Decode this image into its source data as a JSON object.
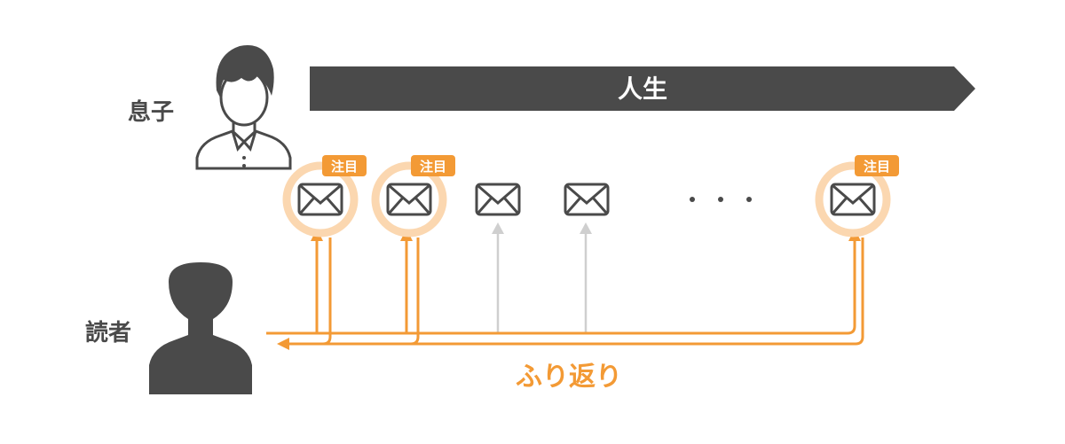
{
  "colors": {
    "dark": "#4a4a4a",
    "accent": "#f39a35",
    "accent_ring": "#fbd7b0",
    "muted": "#cfcfcf",
    "white": "#ffffff"
  },
  "son": {
    "label": "息子",
    "icon": "male-user-outline-icon"
  },
  "reader": {
    "label": "読者",
    "icon": "person-silhouette-icon"
  },
  "timeline": {
    "label": "人生"
  },
  "letters": [
    {
      "icon": "envelope-icon",
      "highlighted": true,
      "badge": "注目"
    },
    {
      "icon": "envelope-icon",
      "highlighted": true,
      "badge": "注目"
    },
    {
      "icon": "envelope-icon",
      "highlighted": false,
      "badge": ""
    },
    {
      "icon": "envelope-icon",
      "highlighted": false,
      "badge": ""
    },
    {
      "icon": "envelope-icon",
      "highlighted": true,
      "badge": "注目"
    }
  ],
  "ellipsis": "・・・",
  "flow": {
    "label": "ふり返り"
  }
}
